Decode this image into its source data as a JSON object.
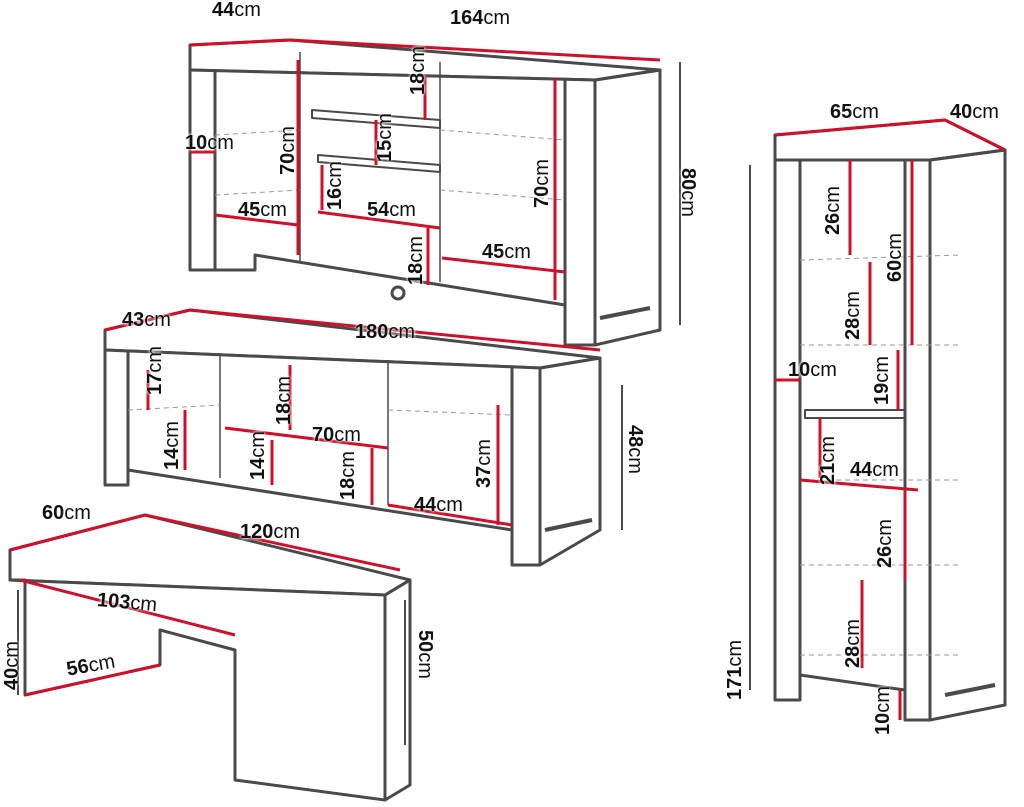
{
  "unit": "cm",
  "colors": {
    "outline": "#4a4a4a",
    "dimension": "#d0102a",
    "dashed": "#9a9a9a"
  },
  "sideboard": {
    "labels": [
      "44",
      "164",
      "18",
      "10",
      "70",
      "15",
      "16",
      "45",
      "54",
      "18",
      "70",
      "45",
      "80"
    ]
  },
  "tv_unit": {
    "labels": [
      "43",
      "180",
      "17",
      "14",
      "18",
      "70",
      "14",
      "18",
      "37",
      "44",
      "48"
    ]
  },
  "coffee_table": {
    "labels": [
      "60",
      "120",
      "103",
      "40",
      "56",
      "50"
    ]
  },
  "tall_cabinet": {
    "labels": [
      "65",
      "40",
      "26",
      "60",
      "28",
      "171",
      "10",
      "19",
      "21",
      "44",
      "26",
      "28",
      "10"
    ]
  }
}
